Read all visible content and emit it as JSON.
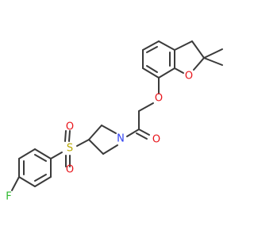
{
  "molecule": {
    "atoms": {
      "ring_oxygen": "O",
      "ether_oxygen": "O",
      "carbonyl_oxygen": "O",
      "nitrogen": "N",
      "sulfur": "S",
      "sulfonyl_oxygen_top": "O",
      "sulfonyl_oxygen_bottom": "O",
      "fluorine": "F"
    }
  },
  "colors": {
    "bond": "#3a3a3a",
    "oxygen": "#e8141a",
    "nitrogen": "#2e3ff0",
    "sulfur": "#b8a800",
    "fluorine": "#2db92d"
  }
}
